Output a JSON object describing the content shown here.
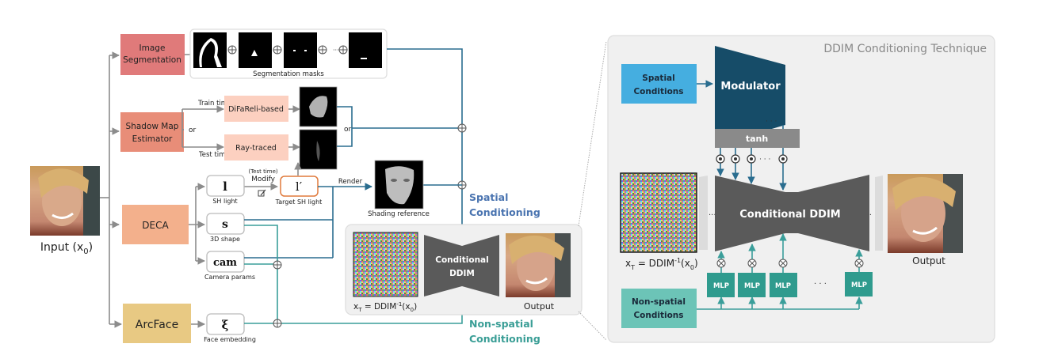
{
  "input": {
    "label": "Input (x",
    "sub": "0",
    "close": ")"
  },
  "modules": {
    "segmentation": "Image|Segmentation",
    "shadow": "Shadow Map|Estimator",
    "deca": "DECA",
    "arcface": "ArcFace"
  },
  "segmentation_masks_label": "Segmentation masks",
  "shadow_branch": {
    "train_time": "Train time",
    "test_time": "Test time",
    "or_left": "or",
    "or_right": "or",
    "difareli": "DiFaReli-based",
    "raytraced": "Ray-traced"
  },
  "params": {
    "sh_light": {
      "symbol": "l",
      "label": "SH light"
    },
    "shape": {
      "symbol": "s",
      "label": "3D shape"
    },
    "cam": {
      "symbol": "cam",
      "label": "Camera params"
    },
    "face": {
      "symbol": "ξ",
      "label": "Face embedding"
    },
    "target": {
      "symbol": "l′",
      "label": "Target SH light"
    }
  },
  "modify": {
    "note": "(Test time)",
    "label": "Modify"
  },
  "render_label": "Render",
  "shading_label": "Shading reference",
  "spatial_label": "Spatial|Conditioning",
  "nonspatial_label": "Non-spatial|Conditioning",
  "main_ddim": {
    "label": "Conditional|DDIM",
    "xt_label": "x",
    "xt_sub": "T",
    "xt_rest": " = DDIM",
    "xt_sup": "-1",
    "xt_end": "(x",
    "xt_end_sub": "0",
    "xt_close": ")",
    "output": "Output"
  },
  "detail": {
    "title": "DDIM Conditioning Technique",
    "spatial_conditions": "Spatial|Conditions",
    "modulator": "Modulator",
    "tanh": "tanh",
    "conditional_ddim": "Conditional DDIM",
    "nonspatial_conditions": "Non-spatial|Conditions",
    "mlp": "MLP",
    "dots": "· · ·",
    "ellipsis": "...",
    "output": "Output"
  },
  "colors": {
    "segmentation": "#e07a7a",
    "shadow": "#e88d78",
    "deca": "#f3b08c",
    "arcface": "#e8c983",
    "light_pink": "#fcd0c0",
    "blue_line": "#2a6d8f",
    "teal_line": "#3a9e9a",
    "spatial_text": "#4a74b0",
    "nonspatial_text": "#3a9e96",
    "modulator": "#164c68",
    "spatial_box": "#45aee0",
    "nonspatial_box": "#6cc4b7",
    "mlp": "#2f9b8e",
    "ddim": "#5a5a5a",
    "tanh": "#8a8a8a",
    "gray_arrow": "#8c8c8c",
    "orange_border": "#e07a3c"
  }
}
